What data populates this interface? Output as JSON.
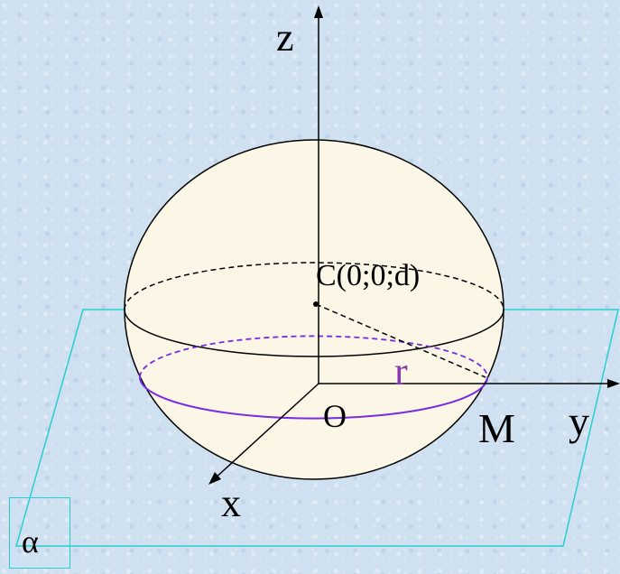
{
  "labels": {
    "z_axis": "z",
    "y_axis": "y",
    "x_axis": "x",
    "origin": "O",
    "center": "C(0;0;d)",
    "radius": "r",
    "point_m": "M",
    "plane": "α"
  },
  "colors": {
    "plane": "#25d0d0",
    "sphere_fill": "#fbf6e6",
    "section_circle": "#7a2de0",
    "radius_label": "#8a3aa8",
    "lines": "#000000"
  }
}
